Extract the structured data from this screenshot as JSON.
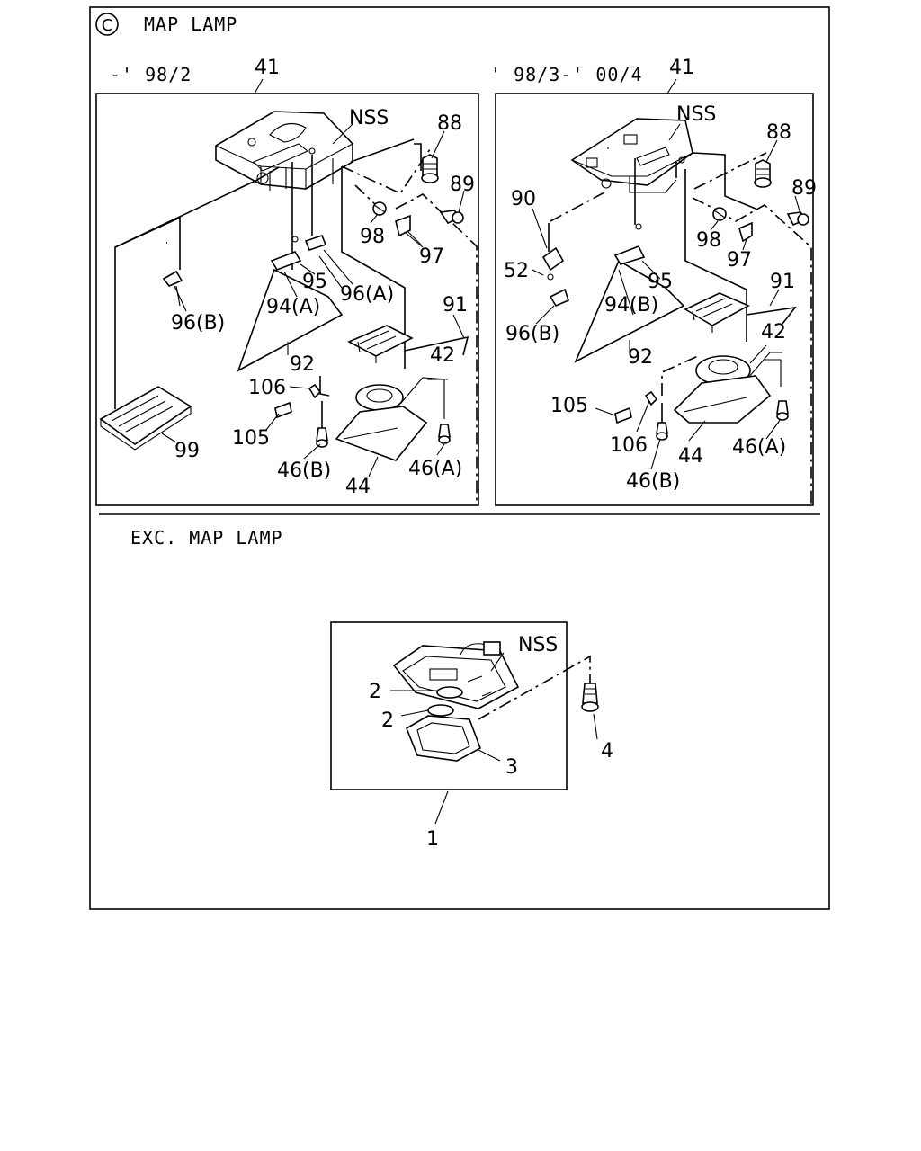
{
  "header": {
    "symbol": "C",
    "title": "MAP LAMP"
  },
  "panel_left": {
    "range": "-' 98/2"
  },
  "panel_right": {
    "range": "' 98/3-' 00/4"
  },
  "section2": {
    "title": "EXC. MAP LAMP"
  },
  "callouts_left": {
    "p41": "41",
    "nss": "NSS",
    "p88": "88",
    "p89": "89",
    "p98": "98",
    "p97": "97",
    "p95": "95",
    "p96a": "96(A)",
    "p94a": "94(A)",
    "p96b": "96(B)",
    "p91": "91",
    "p92": "92",
    "p42": "42",
    "p106": "106",
    "p105": "105",
    "p99": "99",
    "p46b": "46(B)",
    "p44": "44",
    "p46a": "46(A)"
  },
  "callouts_right": {
    "p41": "41",
    "nss": "NSS",
    "p88": "88",
    "p89": "89",
    "p90": "90",
    "p98": "98",
    "p97": "97",
    "p52": "52",
    "p95": "95",
    "p91": "91",
    "p94b": "94(B)",
    "p96b": "96(B)",
    "p42": "42",
    "p92": "92",
    "p105": "105",
    "p106": "106",
    "p44": "44",
    "p46a": "46(A)",
    "p46b": "46(B)"
  },
  "callouts_bottom": {
    "nss": "NSS",
    "p2a": "2",
    "p2b": "2",
    "p4": "4",
    "p3": "3",
    "p1": "1"
  }
}
